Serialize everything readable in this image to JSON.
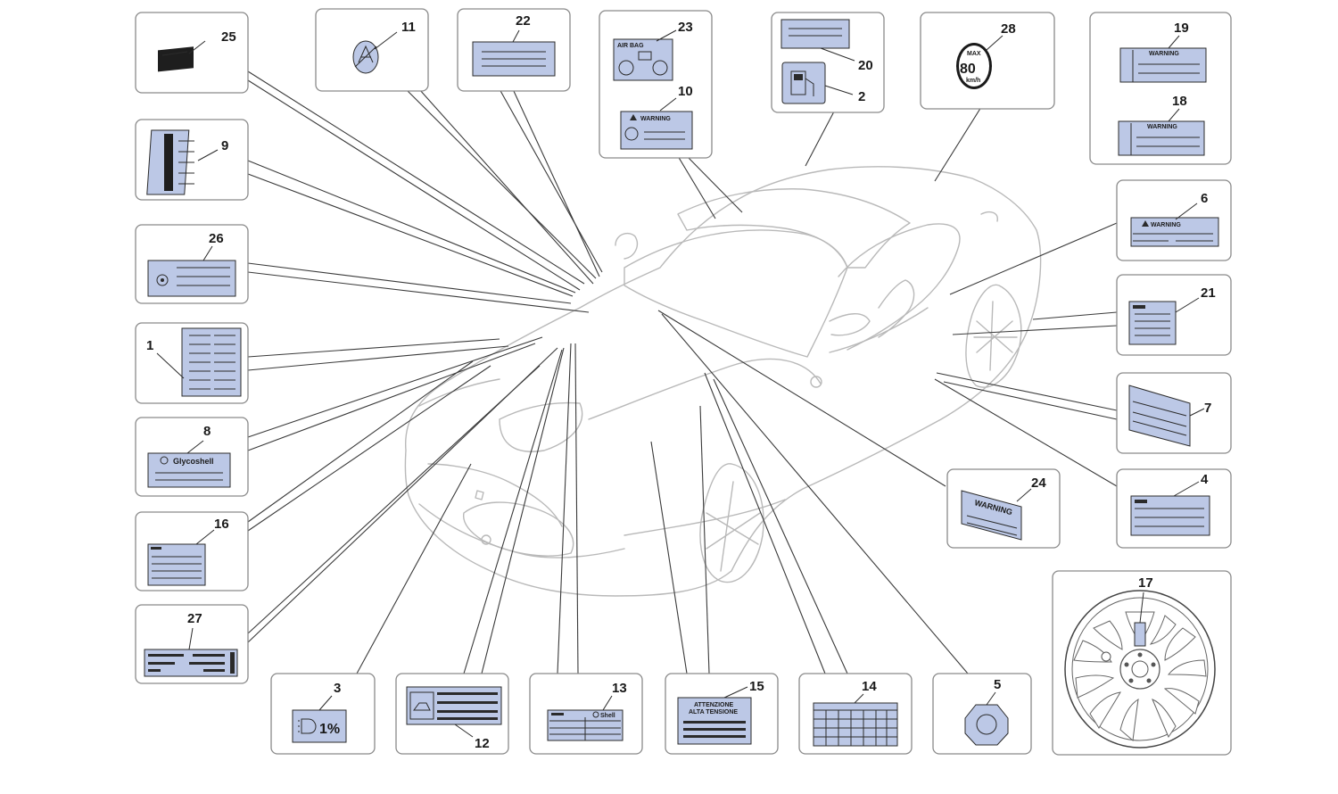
{
  "diagram": {
    "callouts": [
      "25",
      "11",
      "22",
      "23",
      "10",
      "20",
      "2",
      "28",
      "19",
      "18",
      "9",
      "26",
      "6",
      "1",
      "21",
      "8",
      "7",
      "16",
      "24",
      "4",
      "27",
      "3",
      "12",
      "13",
      "15",
      "14",
      "5",
      "17"
    ],
    "label_texts": {
      "warning": "WARNING",
      "glycoshell": "Glycoshell",
      "percent": "1%",
      "speed_max": "MAX",
      "speed_value": "80",
      "speed_unit": "km/h",
      "attenzione_line1": "ATTENZIONE",
      "attenzione_line2": "ALTA TENSIONE",
      "airbag": "AIR BAG",
      "shell": "Shell"
    }
  }
}
